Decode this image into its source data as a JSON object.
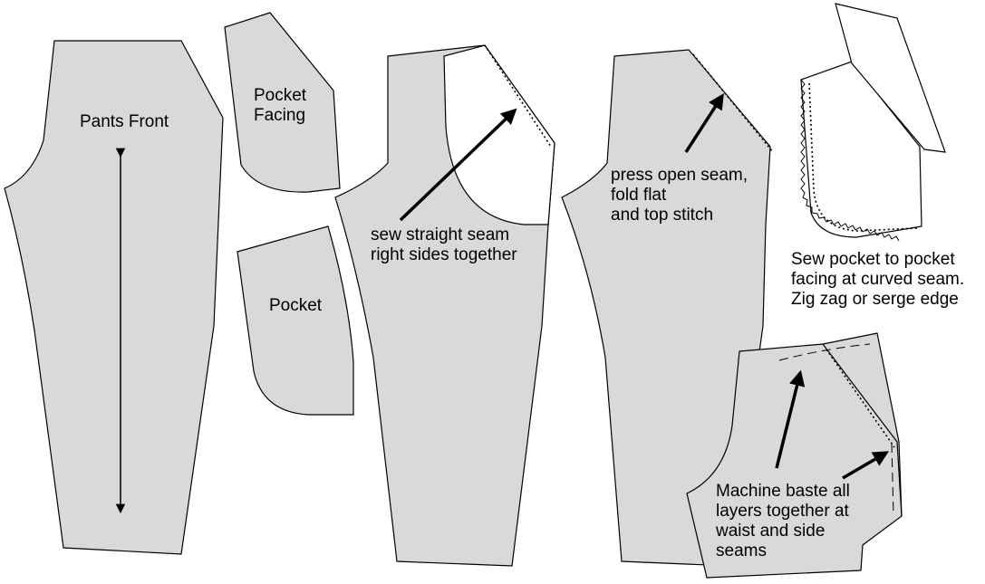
{
  "labels": {
    "pants_front": "Pants Front",
    "pocket_facing": "Pocket\nFacing",
    "pocket": "Pocket",
    "sew_seam": "sew straight seam\nright sides together",
    "press_seam": "press open seam,\nfold flat\nand top stitch",
    "sew_pocket": "Sew pocket to pocket\nfacing at curved seam.\nZig zag or serge edge",
    "machine_baste": "Machine baste all\nlayers together at\nwaist and side\nseams"
  },
  "colors": {
    "fabric": "#d9d9d9",
    "lining": "#ffffff",
    "ink": "#000000"
  }
}
